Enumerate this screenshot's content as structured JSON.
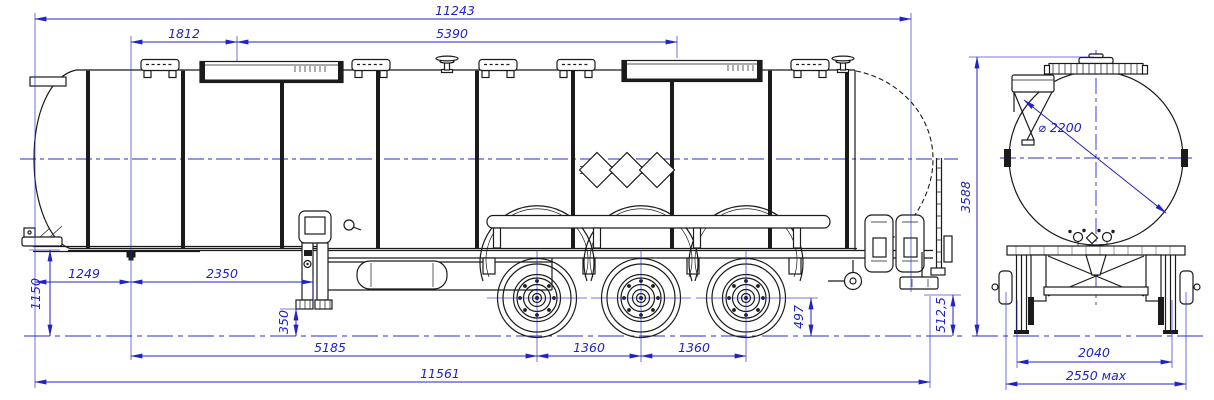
{
  "drawing_type": "tank-semitrailer-two-view-engineering-drawing",
  "colors": {
    "dimension_blue": "#2023c8",
    "linework_black": "#1b1b1b",
    "background": "#ffffff"
  },
  "dims": {
    "side": {
      "overall_length_top": "11243",
      "kingpin_to_first_manhole": "1812",
      "manhole_spacing": "5390",
      "fifth_wheel_height": "1150",
      "front_to_kingpin": "1249",
      "kingpin_to_landing_gear": "2350",
      "landing_gear_clearance": "350",
      "kingpin_to_first_axle": "5185",
      "axle_spacing_front": "1360",
      "axle_spacing_rear": "1360",
      "axle_center_height": "497",
      "rear_underrun_height": "512,5",
      "overall_length": "11561"
    },
    "rear": {
      "overall_height": "3588",
      "tank_diameter": "⌀ 2200",
      "track_width": "2040",
      "overall_width": "2550 мах"
    }
  }
}
